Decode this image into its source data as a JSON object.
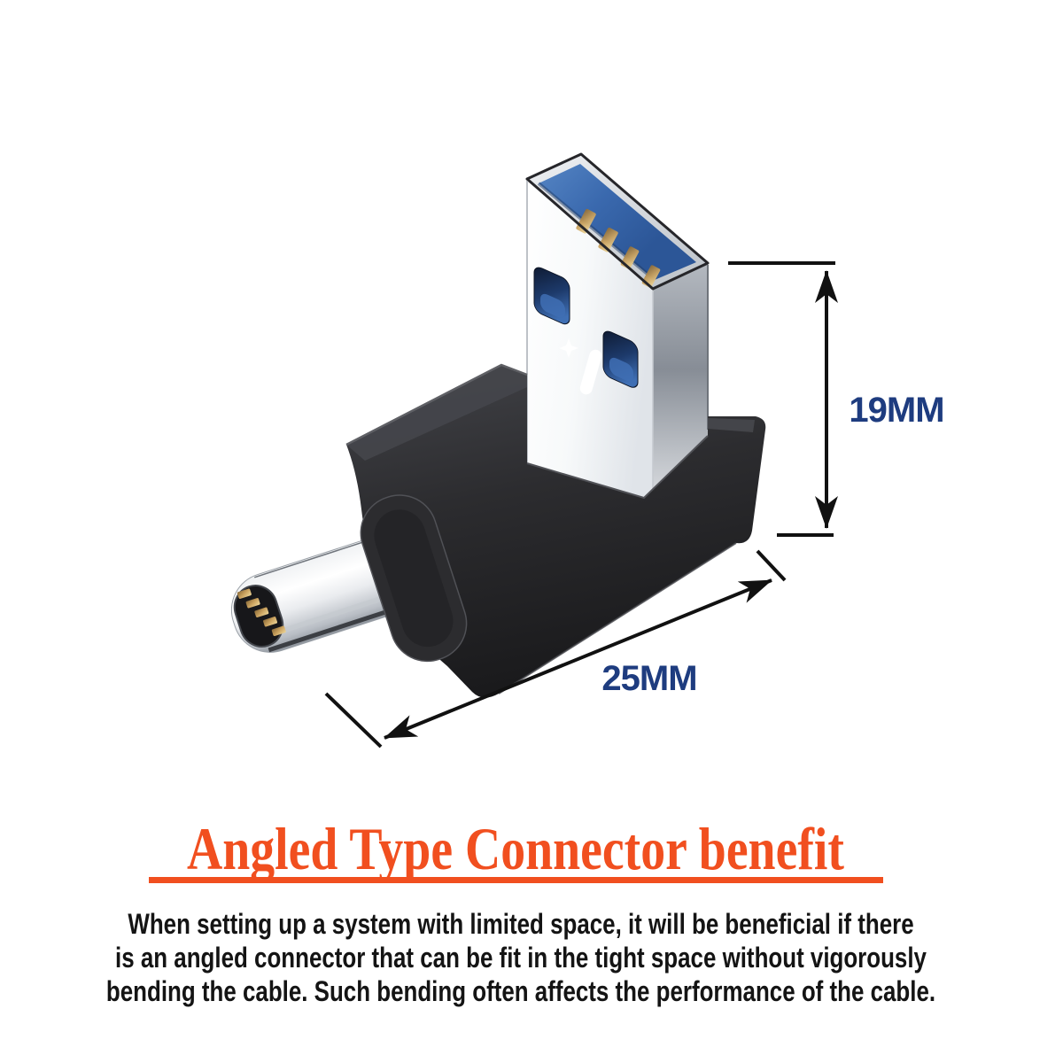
{
  "image_kind": "product-dimension-illustration",
  "product": {
    "name_hint": "90-degree angled USB-A male to USB-C male adapter",
    "parts": [
      "usb-a-connector",
      "adapter-body",
      "usb-c-connector"
    ]
  },
  "dimensions": {
    "height_label": "19MM",
    "length_label": "25MM"
  },
  "heading": {
    "text": "Angled Type Connector benefit"
  },
  "paragraph": {
    "lines": [
      "When setting up a system with limited space, it will be beneficial if there",
      "is an angled connector that can be fit in the tight space without vigorously",
      "bending the cable. Such bending often affects the performance of the cable."
    ]
  },
  "colors": {
    "accent_orange": "#f14f1f",
    "dimension_blue": "#1e3c7f",
    "body_text_black": "#141414",
    "dimension_line_black": "#111111",
    "adapter_body_black": "#2a2a2d",
    "usb_insert_blue": "#3a69ae",
    "pin_gold": "#caa25f",
    "metal_silver": "#e8eaed",
    "background": "#ffffff"
  }
}
